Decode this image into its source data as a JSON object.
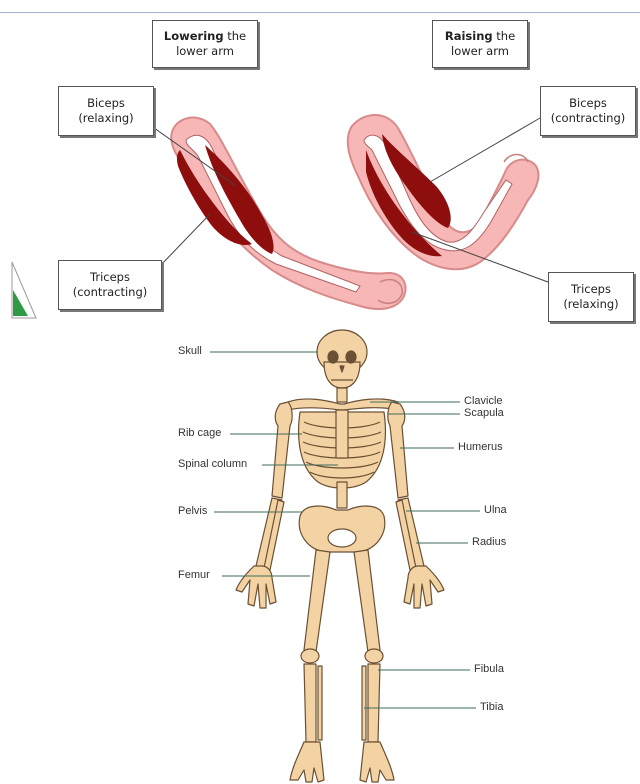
{
  "arm_diagram": {
    "lowering_title": {
      "bold": "Lowering",
      "rest": " the",
      "line2": "lower arm"
    },
    "raising_title": {
      "bold": "Raising",
      "rest": " the",
      "line2": "lower arm"
    },
    "biceps_left": {
      "line1": "Biceps",
      "line2": "(relaxing)"
    },
    "triceps_left": {
      "line1": "Triceps",
      "line2": "(contracting)"
    },
    "biceps_right": {
      "line1": "Biceps",
      "line2": "(contracting)"
    },
    "triceps_right": {
      "line1": "Triceps",
      "line2": "(relaxing)"
    },
    "colors": {
      "skin": "#f6b7b6",
      "skin_outline": "#d98a8a",
      "muscle": "#8e0e0e",
      "bone": "#ffffff"
    }
  },
  "skeleton": {
    "labels": {
      "skull": "Skull",
      "clavicle": "Clavicle",
      "scapula": "Scapula",
      "rib_cage": "Rib cage",
      "humerus": "Humerus",
      "spinal_column": "Spinal column",
      "pelvis": "Pelvis",
      "ulna": "Ulna",
      "radius": "Radius",
      "femur": "Femur",
      "fibula": "Fibula",
      "tibia": "Tibia"
    },
    "colors": {
      "bone": "#f3d3a4",
      "outline": "#6b5033",
      "leader": "#3f6b5a"
    }
  }
}
